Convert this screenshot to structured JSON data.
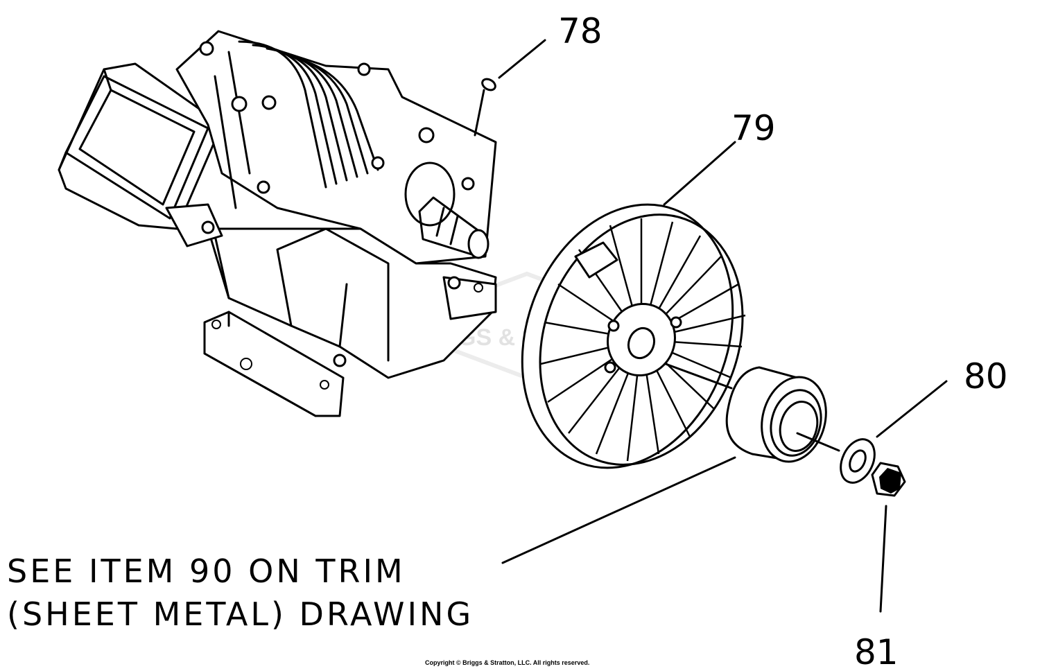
{
  "callouts": [
    {
      "id": "78",
      "label": "78"
    },
    {
      "id": "79",
      "label": "79"
    },
    {
      "id": "80",
      "label": "80"
    },
    {
      "id": "81",
      "label": "81"
    }
  ],
  "note": {
    "line1": "SEE ITEM 90 ON TRIM",
    "line2": "(SHEET METAL) DRAWING"
  },
  "watermark": "BRIGGS & STRATTON",
  "copyright": "Copyright © Briggs & Stratton, LLC. All rights reserved.",
  "colors": {
    "ink": "#000000",
    "watermark": "#e2e2e2",
    "background": "#ffffff"
  }
}
